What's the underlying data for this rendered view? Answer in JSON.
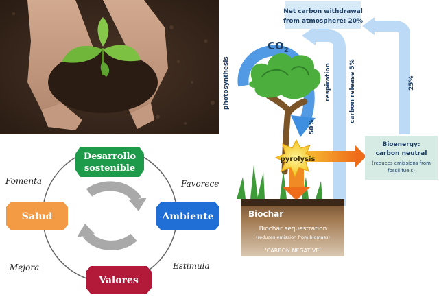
{
  "cycle": {
    "nodes": {
      "top_line1": "Desarrollo",
      "top_line2": "sostenible",
      "left": "Salud",
      "right": "Ambiente",
      "bottom": "Valores"
    },
    "labels": {
      "top_left": "Fomenta",
      "top_right": "Favorece",
      "bottom_left": "Mejora",
      "bottom_right": "Estimula"
    },
    "colors": {
      "top": "#1e9b4a",
      "left": "#f39a45",
      "right": "#1f6fd6",
      "bottom": "#b31a3a"
    }
  },
  "carbon": {
    "net_line1": "Net carbon withdrawal",
    "net_line2": "from atmosphere: 20%",
    "co2_base": "CO",
    "co2_sub": "2",
    "photosynthesis": "photosynthesis",
    "respiration": "respiration",
    "carbon_release": "carbon release 5%",
    "pct_50": "50%",
    "pct_25": "25%",
    "pyrolysis": "pyrolysis",
    "bio_line1": "Bioenergy:",
    "bio_line2": "carbon neutral",
    "bio_line3": "(reduces emissions from",
    "bio_line4": "fossil fuels)",
    "biochar": "Biochar",
    "seq_line1": "Biochar sequestration",
    "seq_line2": "(reduces emission from biomass)",
    "carbon_negative": "'CARBON NEGATIVE'"
  }
}
